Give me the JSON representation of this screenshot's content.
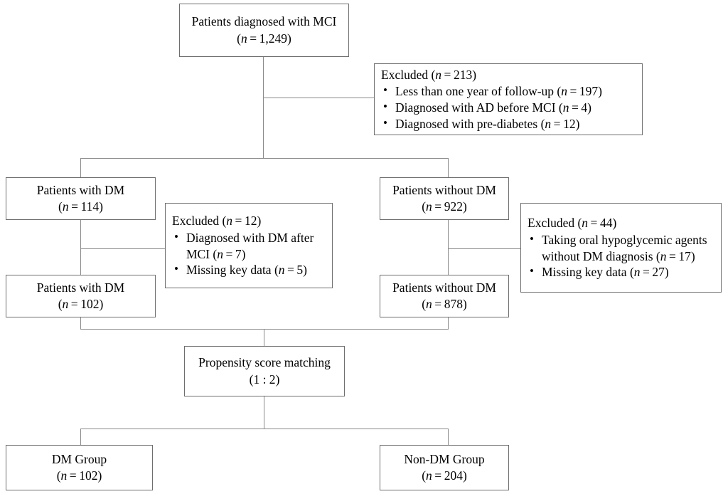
{
  "title": "MCI patient cohort selection flow diagram",
  "colors": {
    "border": "#6e6e6e",
    "connector": "#8a8a8a",
    "background": "#ffffff",
    "text": "#000000"
  },
  "nodes": {
    "mci": {
      "line1": "Patients diagnosed with MCI",
      "n_label": "n",
      "n_value": "1,249",
      "line2": "(n = 1,249)"
    },
    "with_dm_114": {
      "line1": "Patients with DM",
      "line2": "(n = 114)",
      "n_value": "114"
    },
    "without_dm_922": {
      "line1": "Patients without DM",
      "line2": "(n = 922)",
      "n_value": "922"
    },
    "with_dm_102": {
      "line1": "Patients with DM",
      "line2": "(n = 102)",
      "n_value": "102"
    },
    "without_dm_878": {
      "line1": "Patients without DM",
      "line2": "(n = 878)",
      "n_value": "878"
    },
    "psm": {
      "line1": "Propensity score matching",
      "line2": "(1 : 2)",
      "ratio": "1 : 2"
    },
    "dm_group": {
      "line1": "DM Group",
      "line2": "(n = 102)",
      "n_value": "102"
    },
    "non_dm_group": {
      "line1": "Non-DM Group",
      "line2": "(n = 204)",
      "n_value": "204"
    }
  },
  "excluded": {
    "top": {
      "head": "Excluded (n = 213)",
      "n_value": "213",
      "items": [
        {
          "text": "Less than one year of follow-up (n = 197)",
          "n_value": "197"
        },
        {
          "text": "Diagnosed with AD before MCI (n = 4)",
          "n_value": "4"
        },
        {
          "text": "Diagnosed with pre-diabetes (n = 12)",
          "n_value": "12"
        }
      ]
    },
    "left": {
      "head": "Excluded (n = 12)",
      "n_value": "12",
      "items": [
        {
          "text": "Diagnosed with DM after MCI (n = 7)",
          "line1": "Diagnosed with DM after",
          "line2": "MCI (n = 7)",
          "n_value": "7"
        },
        {
          "text": "Missing key data (n = 5)",
          "line1": "Missing key data (n = 5)",
          "n_value": "5"
        }
      ]
    },
    "right": {
      "head": "Excluded (n = 44)",
      "n_value": "44",
      "items": [
        {
          "text": "Taking oral hypoglycemic agents without DM diagnosis (n = 17)",
          "line1": "Taking oral hypoglycemic agents",
          "line2": "without DM diagnosis (n = 17)",
          "n_value": "17"
        },
        {
          "text": "Missing key data (n = 27)",
          "line1": "Missing key data (n = 27)",
          "n_value": "27"
        }
      ]
    }
  }
}
